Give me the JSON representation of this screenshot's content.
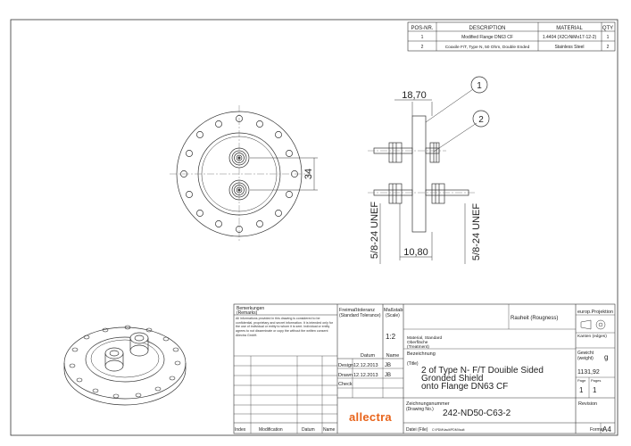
{
  "parts_list": {
    "headers": [
      "POS-NR.",
      "DESCRIPTION",
      "MATERIAL",
      "QTY"
    ],
    "rows": [
      [
        "1",
        "Modified Flange DN63 CF",
        "1.4404 (X2CrNiMo17-12-2)",
        "1"
      ],
      [
        "2",
        "Coaxile F/T, Type N, 50 Ohm, Double Ended",
        "Stainless Steel",
        "2"
      ]
    ]
  },
  "drawing": {
    "dim_spacing": "34",
    "dim_top_width": "18,70",
    "dim_bottom_width": "10,80",
    "thread_left": "5/8-24 UNEF",
    "thread_right": "5/8-24 UNEF",
    "balloon_1": "1",
    "balloon_2": "2"
  },
  "title_block": {
    "remarks_label": "Bemerkungen",
    "remarks_sub": "(Remarks)",
    "notice": "All informations provided in this drawing is considered to be confidential, proprietary and secret information. It is intended only for the use of individual or entity to whom it is sent. Individual or entity agrees to not disseminate or copy the without the written consent Allectra GmbH.",
    "tolerance_label": "Freimaßtoleranz",
    "tolerance_sub": "(Standard Tolerance)",
    "scale_label": "Maßstab",
    "scale_sub": "(Scale)",
    "scale_value": "1:2",
    "roughness_label": "Rauheit (Rougness)",
    "projection_label": "europ.Projektion",
    "edges_label": "Kanten (edges)",
    "material_label": "Material, Standard",
    "surface_label": "Oberfläche",
    "treatment_label": "(Treatment)",
    "weight_label": "Gewicht",
    "weight_sub": "(weight)",
    "weight_unit": "g",
    "weight_value": "1131,92",
    "date_header": "Datum",
    "name_header": "Name",
    "design_label": "Design",
    "design_date": "12.12.2013",
    "design_name": "JB",
    "drawn_label": "Drawn",
    "drawn_date": "12.12.2013",
    "drawn_name": "JB",
    "check_label": "Check",
    "title_label": "Bezeichnung",
    "title_sub": "(Title)",
    "title_line1": "2 of Type N- F/T Douible Sided",
    "title_line2": "Gronded Shield",
    "title_line3": "onto Flange DN63 CF",
    "page_label": "Page",
    "pages_label": "Pages",
    "page_value": "1",
    "pages_value": "1",
    "drawing_no_label": "Zeichnungsnummer",
    "drawing_no_sub": "(Drawing No.)",
    "drawing_no": "242-ND50-C63-2",
    "revision_label": "Revision",
    "file_label": "Datei (File)",
    "file_path": "C:\\PDMVault\\PDMVault",
    "format_label": "Format",
    "format_value": "A4",
    "brand": "allectra",
    "index_label": "Index",
    "modification_label": "Modification",
    "datum_label": "Datum",
    "name_label": "Name"
  },
  "colors": {
    "line": "#333333",
    "brand": "#e8641b",
    "center": "#666666"
  }
}
